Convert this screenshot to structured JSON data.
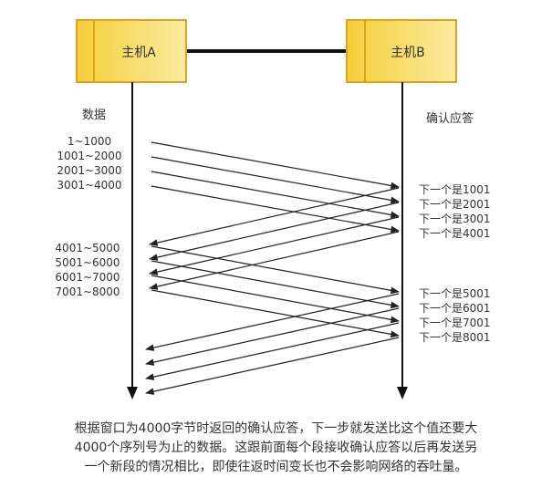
{
  "hosts": {
    "a": {
      "label": "主机A"
    },
    "b": {
      "label": "主机B"
    }
  },
  "labels": {
    "data": "数据",
    "ack": "确认应答"
  },
  "data_segments": [
    "1~1000",
    "1001~2000",
    "2001~3000",
    "3001~4000",
    "4001~5000",
    "5001~6000",
    "6001~7000",
    "7001~8000"
  ],
  "ack_segments": [
    "下一个是1001",
    "下一个是2001",
    "下一个是3001",
    "下一个是4001",
    "下一个是5001",
    "下一个是6001",
    "下一个是7001",
    "下一个是8001"
  ],
  "caption": [
    "根据窗口为4000字节时返回的确认应答，下一步就发送比这个值还要大",
    "4000个序列号为止的数据。这跟前面每个段接收确认应答以后再发送另",
    "一个新段的情况相比，即使往返时间变长也不会影响网络的吞吐量。"
  ],
  "colors": {
    "host_fill": "#f7d441",
    "host_border": "#e0a21c",
    "line": "#000000",
    "text": "#333333"
  }
}
